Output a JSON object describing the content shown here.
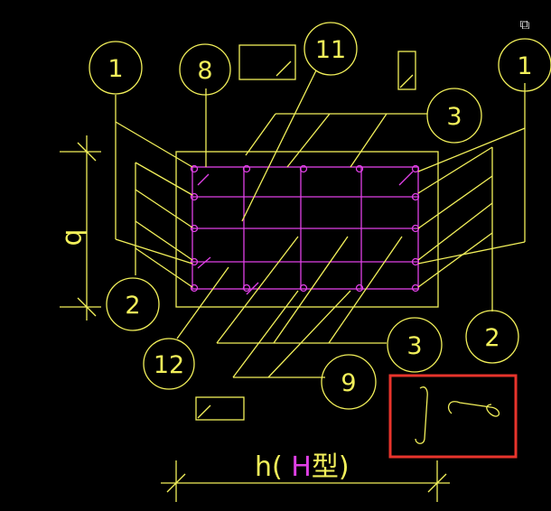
{
  "bubbles": {
    "b1_left": "1",
    "b8": "8",
    "b11": "11",
    "b1_right": "1",
    "b3_top": "3",
    "b2_left": "2",
    "b12": "12",
    "b3_bottom": "3",
    "b9": "9",
    "b2_right": "2"
  },
  "dimensions": {
    "width_label": "b",
    "length_prefix": "h( ",
    "length_letter": "H",
    "length_suffix": "型)"
  },
  "toolbar": {
    "expand_icon": "expand-icon"
  },
  "colors": {
    "background": "#000000",
    "line": "#f2f05a",
    "stirrup": "#e040e6",
    "highlight": "#e8342c"
  }
}
